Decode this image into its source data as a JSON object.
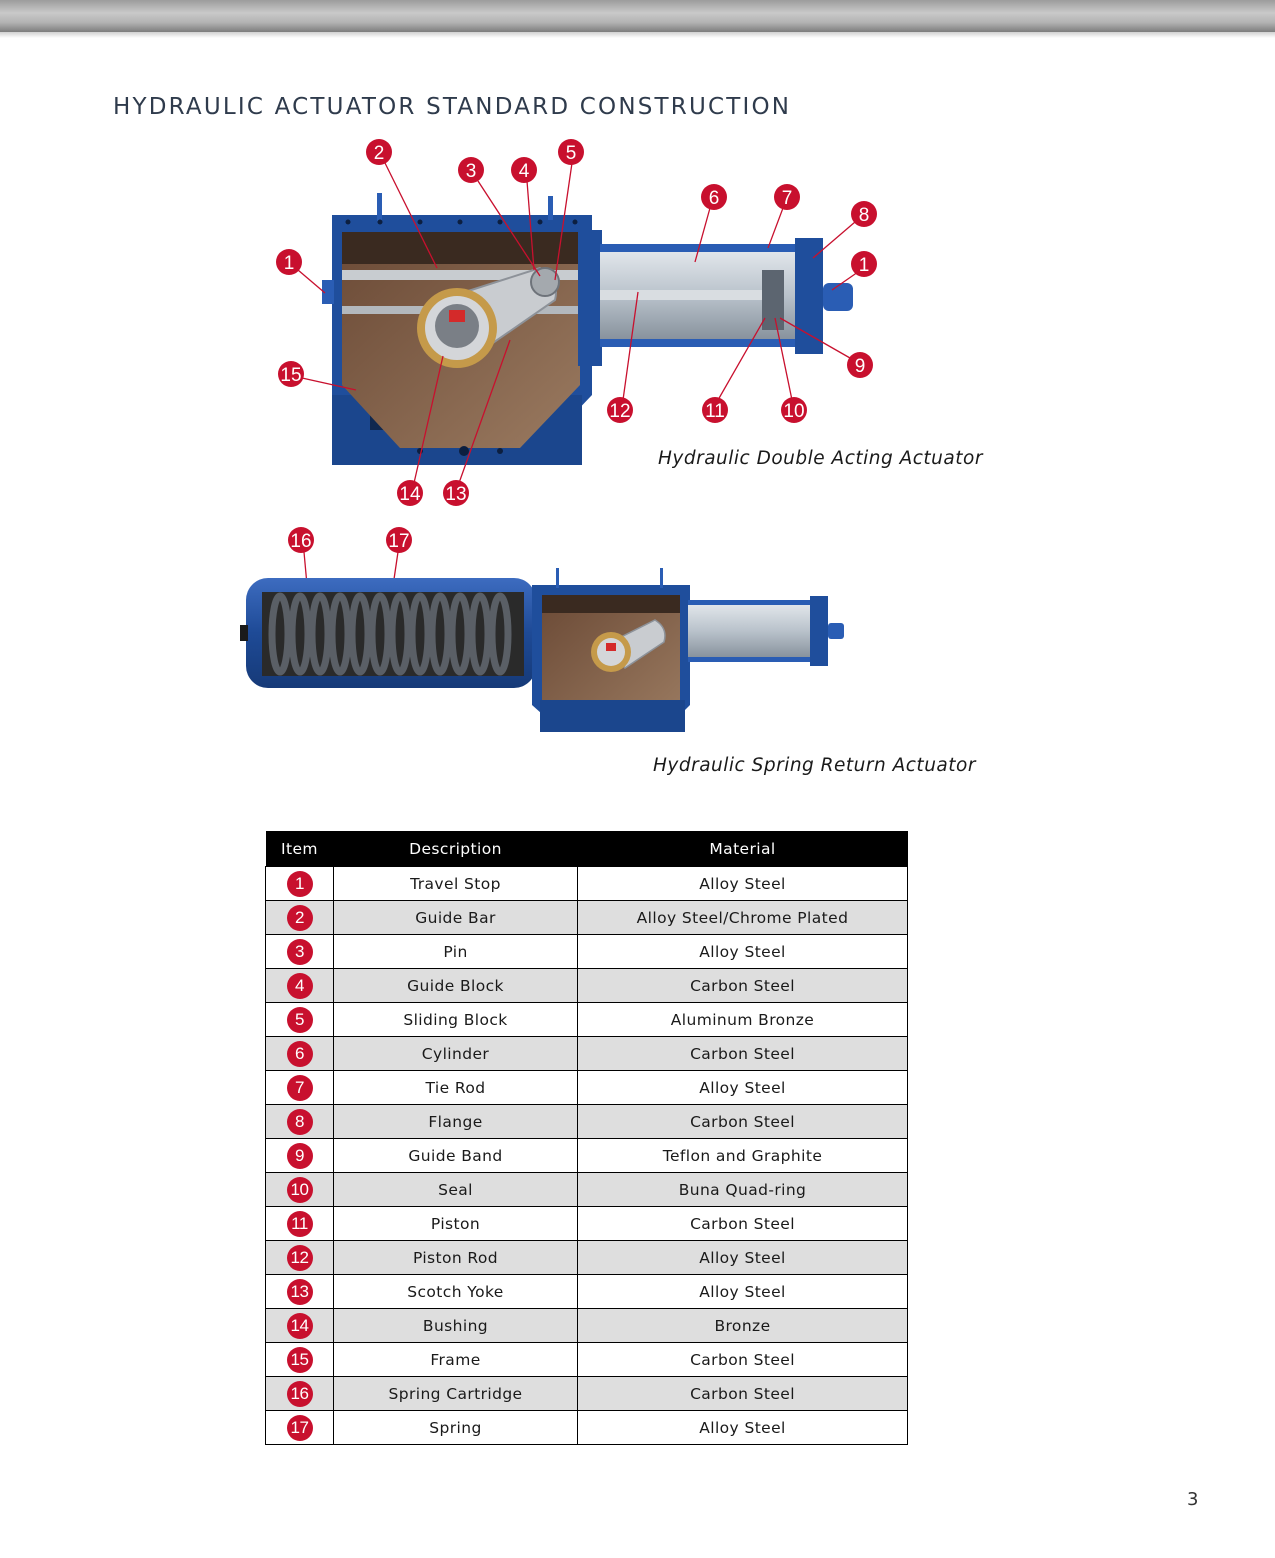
{
  "page": {
    "title": "HYDRAULIC ACTUATOR STANDARD CONSTRUCTION",
    "page_number": "3"
  },
  "figures": {
    "double_acting": {
      "caption": "Hydraulic Double Acting Actuator",
      "callouts": [
        "1",
        "2",
        "3",
        "4",
        "5",
        "6",
        "7",
        "8",
        "1",
        "9",
        "10",
        "11",
        "12",
        "13",
        "14",
        "15"
      ]
    },
    "spring_return": {
      "caption": "Hydraulic Spring Return Actuator",
      "callouts": [
        "16",
        "17"
      ]
    }
  },
  "colors": {
    "callout_red": "#c8102e",
    "actuator_blue": "#1f4e9c",
    "header_black": "#000000",
    "row_shade": "#dedede"
  },
  "table": {
    "headers": [
      "Item",
      "Description",
      "Material"
    ],
    "rows": [
      {
        "item": "1",
        "description": "Travel Stop",
        "material": "Alloy Steel"
      },
      {
        "item": "2",
        "description": "Guide Bar",
        "material": "Alloy Steel/Chrome Plated"
      },
      {
        "item": "3",
        "description": "Pin",
        "material": "Alloy Steel"
      },
      {
        "item": "4",
        "description": "Guide Block",
        "material": "Carbon Steel"
      },
      {
        "item": "5",
        "description": "Sliding Block",
        "material": "Aluminum Bronze"
      },
      {
        "item": "6",
        "description": "Cylinder",
        "material": "Carbon Steel"
      },
      {
        "item": "7",
        "description": "Tie Rod",
        "material": "Alloy Steel"
      },
      {
        "item": "8",
        "description": "Flange",
        "material": "Carbon Steel"
      },
      {
        "item": "9",
        "description": "Guide Band",
        "material": "Teflon and Graphite"
      },
      {
        "item": "10",
        "description": "Seal",
        "material": "Buna Quad-ring"
      },
      {
        "item": "11",
        "description": "Piston",
        "material": "Carbon Steel"
      },
      {
        "item": "12",
        "description": "Piston Rod",
        "material": "Alloy Steel"
      },
      {
        "item": "13",
        "description": "Scotch Yoke",
        "material": "Alloy Steel"
      },
      {
        "item": "14",
        "description": "Bushing",
        "material": "Bronze"
      },
      {
        "item": "15",
        "description": "Frame",
        "material": "Carbon Steel"
      },
      {
        "item": "16",
        "description": "Spring Cartridge",
        "material": "Carbon Steel"
      },
      {
        "item": "17",
        "description": "Spring",
        "material": "Alloy Steel"
      }
    ]
  }
}
